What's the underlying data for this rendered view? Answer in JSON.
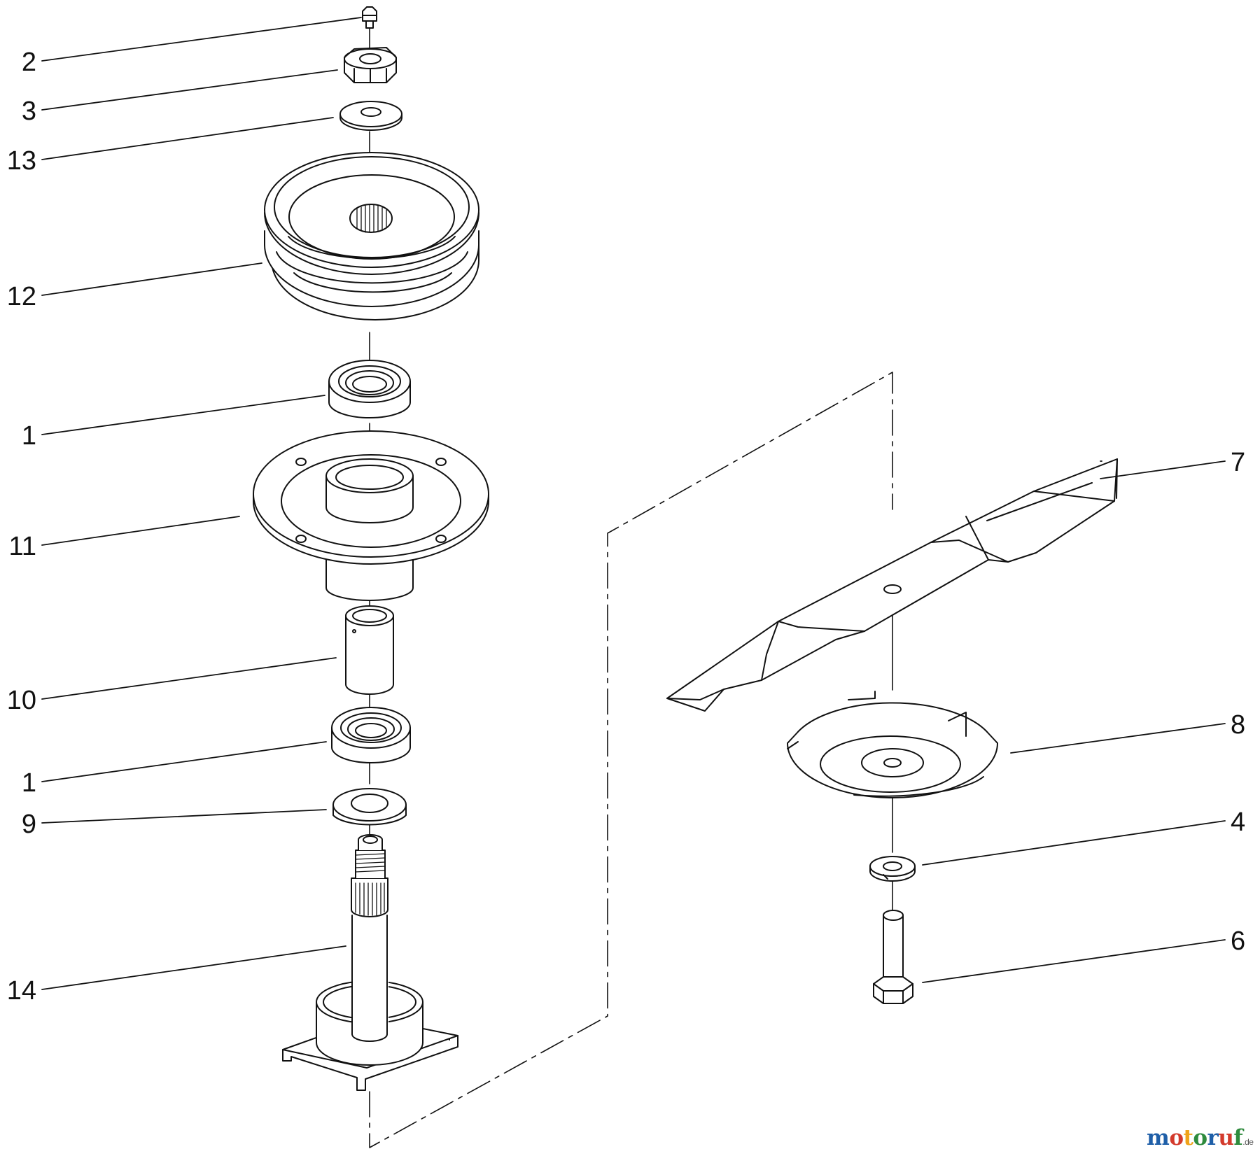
{
  "callouts": [
    {
      "id": "c2",
      "label": "2"
    },
    {
      "id": "c3",
      "label": "3"
    },
    {
      "id": "c13",
      "label": "13"
    },
    {
      "id": "c12",
      "label": "12"
    },
    {
      "id": "c1a",
      "label": "1"
    },
    {
      "id": "c11",
      "label": "11"
    },
    {
      "id": "c10",
      "label": "10"
    },
    {
      "id": "c1b",
      "label": "1"
    },
    {
      "id": "c9",
      "label": "9"
    },
    {
      "id": "c14",
      "label": "14"
    },
    {
      "id": "c7",
      "label": "7"
    },
    {
      "id": "c8",
      "label": "8"
    },
    {
      "id": "c4",
      "label": "4"
    },
    {
      "id": "c6",
      "label": "6"
    }
  ],
  "watermark": {
    "letters": [
      "m",
      "o",
      "t",
      "o",
      "r",
      "u",
      "f"
    ],
    "suffix": ".de",
    "colors": [
      "#1f5fa8",
      "#d33a2c",
      "#f0a319",
      "#2e8b3d",
      "#1f5fa8",
      "#d33a2c",
      "#2e8b3d"
    ]
  }
}
